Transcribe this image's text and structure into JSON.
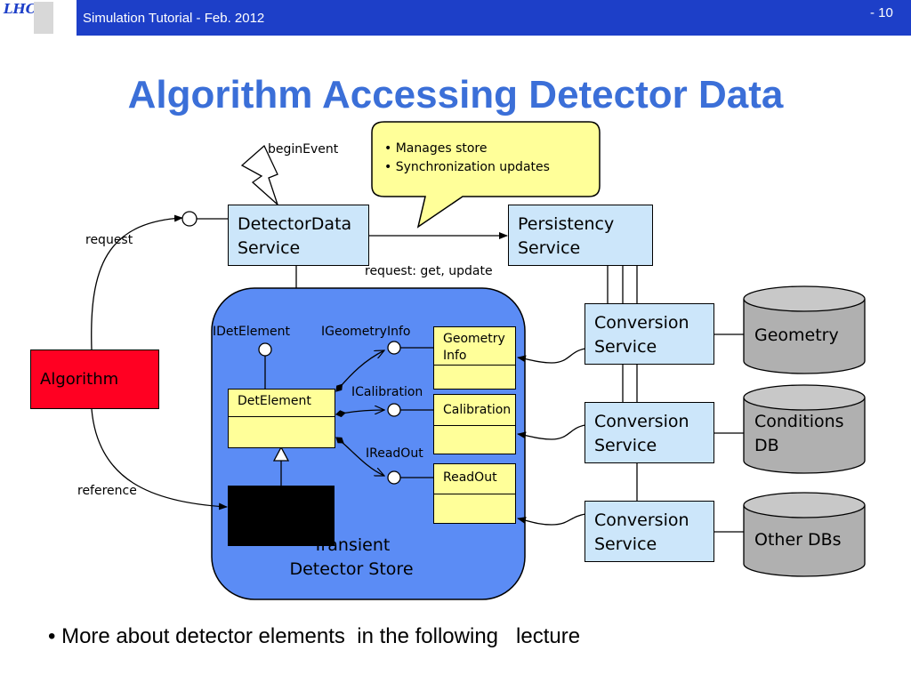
{
  "header": {
    "logo_text": "LHCb",
    "title": "Simulation Tutorial - Feb. 2012",
    "page_number": "- 10",
    "bar_color": "#1d3fc8"
  },
  "slide": {
    "title": "Algorithm Accessing Detector Data",
    "title_color": "#3b6fd8",
    "bullet": "• More about detector elements  in the following   lecture"
  },
  "note": {
    "lines": [
      "• Manages store",
      "• Synchronization updates"
    ],
    "color": "#ffff99"
  },
  "services": {
    "detector_data": [
      "DetectorData",
      "Service"
    ],
    "persistency": [
      "Persistency",
      "Service"
    ],
    "conversion": [
      "Conversion",
      "Service"
    ]
  },
  "databases": {
    "geometry": [
      "Geometry"
    ],
    "conditions": [
      "Conditions",
      "DB"
    ],
    "other": [
      "Other DBs"
    ]
  },
  "labels": {
    "begin_event": "beginEvent",
    "request": "request",
    "request_get_update": "request: get, update",
    "reference": "reference",
    "idetelement": "IDetElement",
    "igeometryinfo": "IGeometryInfo",
    "icalibration": "ICalibration",
    "ireadout": "IReadOut"
  },
  "algorithm": {
    "label": "Algorithm",
    "color": "#ff0022"
  },
  "store": {
    "label": [
      "Transient",
      "Detector Store"
    ],
    "color": "#5b8cf5",
    "det_element": "DetElement",
    "geometry_info": [
      "Geometry",
      "Info"
    ],
    "calibration": "Calibration",
    "readout": "ReadOut"
  },
  "colors": {
    "service_box": "#cce6fa",
    "db_cylinder": "#b0b0b0",
    "class_box": "#ffff99"
  }
}
